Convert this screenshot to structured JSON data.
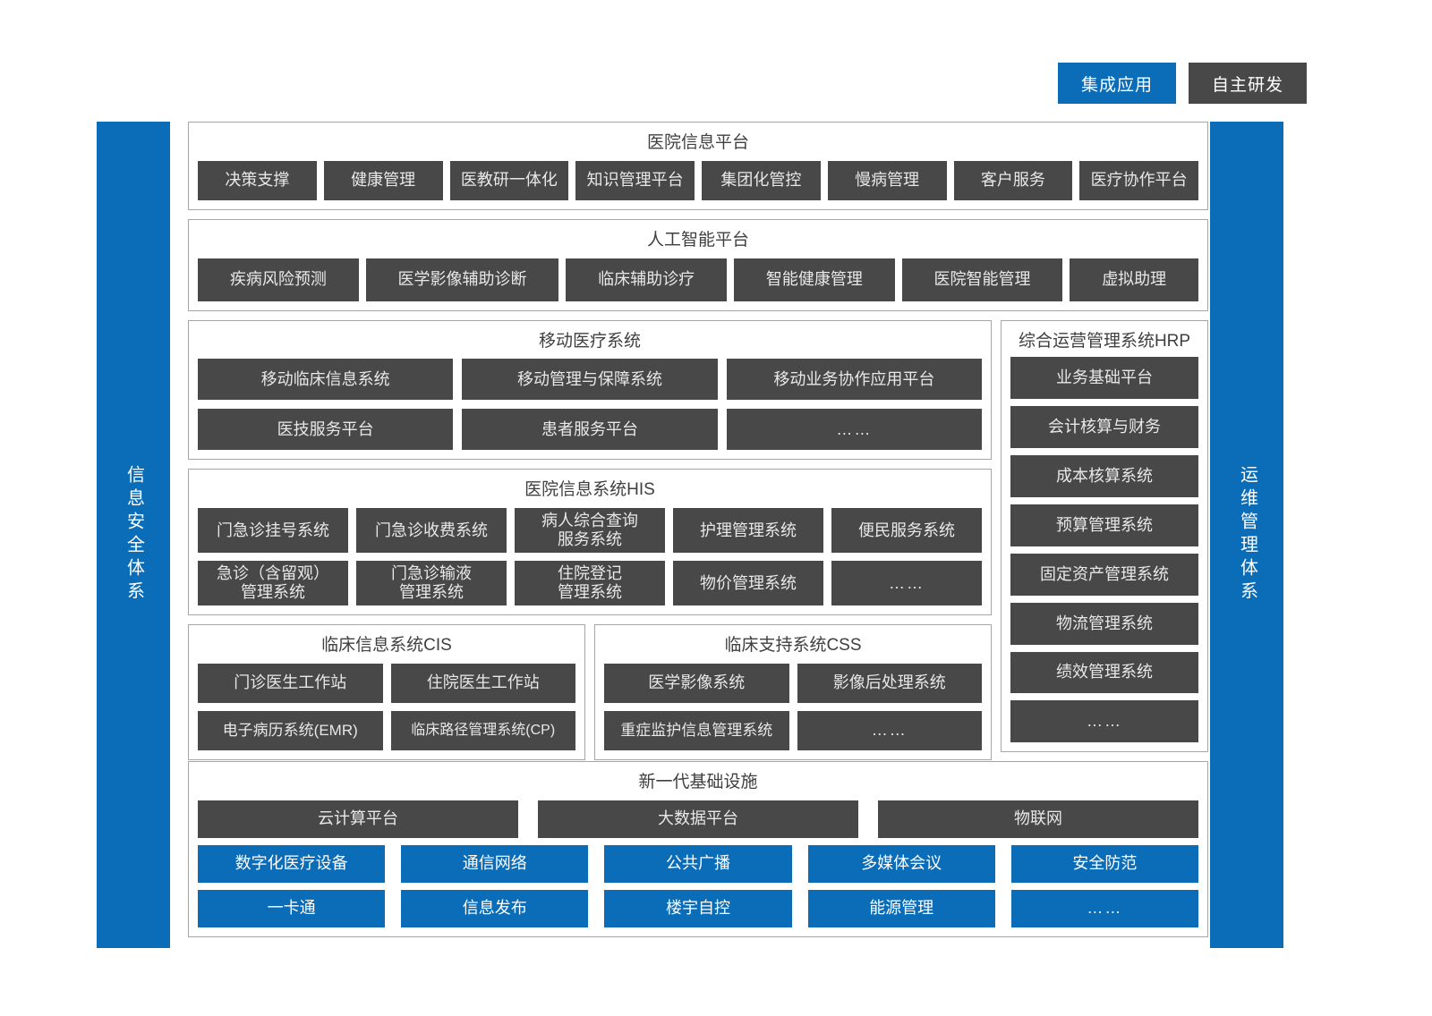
{
  "legend": {
    "integrated_label": "集成应用",
    "inhouse_label": "自主研发",
    "integrated_color": "#0b6cb8",
    "inhouse_color": "#484848"
  },
  "sidebars": {
    "left_label": "信息安全体系",
    "right_label": "运维管理体系",
    "color": "#0b6cb8"
  },
  "sections": {
    "hospital_info_platform": {
      "title": "医院信息平台",
      "items": [
        "决策支撑",
        "健康管理",
        "医教研一体化",
        "知识管理平台",
        "集团化管控",
        "慢病管理",
        "客户服务",
        "医疗协作平台"
      ]
    },
    "ai_platform": {
      "title": "人工智能平台",
      "items": [
        "疾病风险预测",
        "医学影像辅助诊断",
        "临床辅助诊疗",
        "智能健康管理",
        "医院智能管理",
        "虚拟助理"
      ]
    },
    "mobile_medical": {
      "title": "移动医疗系统",
      "items": [
        "移动临床信息系统",
        "移动管理与保障系统",
        "移动业务协作应用平台",
        "医技服务平台",
        "患者服务平台",
        "……"
      ]
    },
    "his": {
      "title": "医院信息系统HIS",
      "items": [
        "门急诊挂号系统",
        "门急诊收费系统",
        "病人综合查询\n服务系统",
        "护理管理系统",
        "便民服务系统",
        "急诊（含留观）\n管理系统",
        "门急诊输液\n管理系统",
        "住院登记\n管理系统",
        "物价管理系统",
        "……"
      ]
    },
    "cis": {
      "title": "临床信息系统CIS",
      "items": [
        "门诊医生工作站",
        "住院医生工作站",
        "电子病历系统(EMR)",
        "临床路径管理系统(CP)"
      ]
    },
    "css": {
      "title": "临床支持系统CSS",
      "items": [
        "医学影像系统",
        "影像后处理系统",
        "重症监护信息管理系统",
        "……"
      ]
    },
    "hrp": {
      "title": "综合运营管理系统HRP",
      "items": [
        "业务基础平台",
        "会计核算与财务",
        "成本核算系统",
        "预算管理系统",
        "固定资产管理系统",
        "物流管理系统",
        "绩效管理系统",
        "……"
      ]
    },
    "infrastructure": {
      "title": "新一代基础设施",
      "platform_items": [
        "云计算平台",
        "大数据平台",
        "物联网"
      ],
      "facility_items": [
        "数字化医疗设备",
        "通信网络",
        "公共广播",
        "多媒体会议",
        "安全防范",
        "一卡通",
        "信息发布",
        "楼宇自控",
        "能源管理",
        "……"
      ]
    }
  }
}
